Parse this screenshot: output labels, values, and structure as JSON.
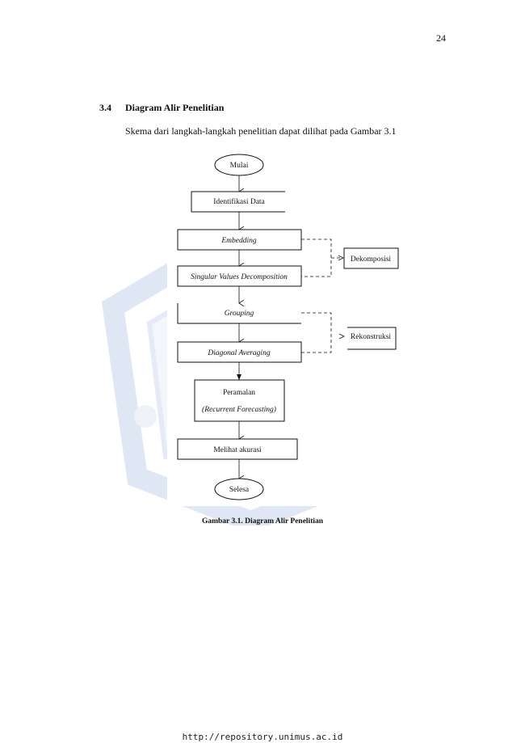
{
  "page": {
    "number": "24",
    "footer_url": "http://repository.unimus.ac.id"
  },
  "section": {
    "number": "3.4",
    "title": "Diagram Alir Penelitian"
  },
  "intro_text": "Skema dari langkah-langkah penelitian dapat dilihat pada Gambar 3.1",
  "flowchart": {
    "start": "Mulai",
    "steps": {
      "identifikasi": "Identifikasi Data",
      "embedding": "Embedding",
      "svd": "Singular Values Decomposition",
      "grouping": "Grouping",
      "diagonal": "Diagonal Averaging",
      "peramalan_line1": "Peramalan",
      "peramalan_line2": "(Recurrent Forecasting)",
      "akurasi": "Melihat akurasi"
    },
    "side_labels": {
      "dekomposisi": "Dekomposisi",
      "rekonstruksi": "Rekonstruksi"
    },
    "end": "Selesa"
  },
  "figure_caption": "Gambar 3.1. Diagram Alir Penelitian",
  "colors": {
    "watermark": "#dfe6f4",
    "watermark_accent": "#f4ecd8",
    "line": "#111111"
  }
}
